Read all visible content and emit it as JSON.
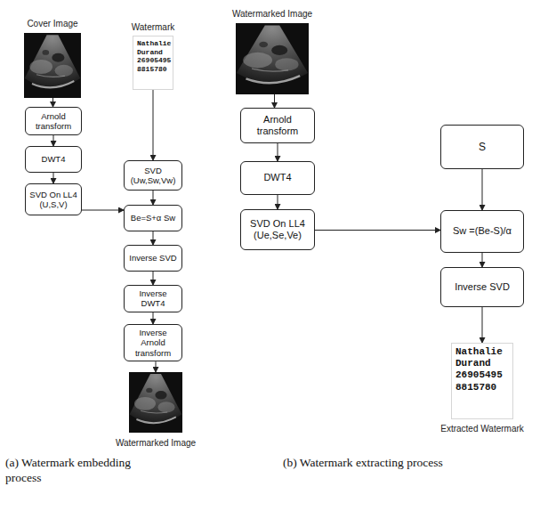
{
  "diagram": {
    "nodes": [
      {
        "text": [
          "Cover Image"
        ]
      },
      {
        "text": [
          "Watermark",
          "Nathalie Durand 26905495 8815780"
        ]
      },
      {
        "text": [
          "Arnold transform"
        ]
      },
      {
        "text": [
          "DWT4"
        ]
      },
      {
        "text": [
          "SVD On LL4 (U,S,V)"
        ]
      },
      {
        "text": [
          "SVD (Uw,Sw,Vw)"
        ]
      },
      {
        "text": [
          "Be=S+α Sw"
        ]
      },
      {
        "text": [
          "Inverse SVD"
        ]
      },
      {
        "text": [
          "Inverse DWT4"
        ]
      },
      {
        "text": [
          "Inverse Arnold transform"
        ]
      },
      {
        "text": [
          "Watermarked Image"
        ]
      },
      {
        "text": [
          "Watermarked Image"
        ]
      },
      {
        "text": [
          "Arnold transform"
        ]
      },
      {
        "text": [
          "DWT4"
        ]
      },
      {
        "text": [
          "SVD On LL4 (Ue,Se,Ve)"
        ]
      },
      {
        "text": [
          "S"
        ]
      },
      {
        "text": [
          "Sw =(Be-S)/α"
        ]
      },
      {
        "text": [
          "Inverse SVD"
        ]
      },
      {
        "text": [
          "Nathalie Durand 26905495 8815780",
          "Extracted Watermark"
        ]
      }
    ],
    "edges": [
      {
        "from": 0,
        "to": 2,
        "arrow": "to"
      },
      {
        "from": 2,
        "to": 3,
        "arrow": "to"
      },
      {
        "from": 3,
        "to": 4,
        "arrow": "to"
      },
      {
        "from": 4,
        "to": 6,
        "arrow": "to"
      },
      {
        "from": 1,
        "to": 5,
        "arrow": "to"
      },
      {
        "from": 5,
        "to": 6,
        "arrow": "to"
      },
      {
        "from": 6,
        "to": 7,
        "arrow": "to"
      },
      {
        "from": 7,
        "to": 8,
        "arrow": "to"
      },
      {
        "from": 8,
        "to": 9,
        "arrow": "to"
      },
      {
        "from": 9,
        "to": 10,
        "arrow": "to"
      },
      {
        "from": 11,
        "to": 12,
        "arrow": "to"
      },
      {
        "from": 12,
        "to": 13,
        "arrow": "to"
      },
      {
        "from": 13,
        "to": 14,
        "arrow": "to"
      },
      {
        "from": 14,
        "to": 16,
        "arrow": "to"
      },
      {
        "from": 15,
        "to": 16,
        "arrow": "to"
      },
      {
        "from": 16,
        "to": 17,
        "arrow": "to"
      },
      {
        "from": 17,
        "to": 18,
        "arrow": "to"
      }
    ],
    "labels": [
      "(a) Watermark embedding process",
      "(b) Watermark extracting process"
    ]
  }
}
